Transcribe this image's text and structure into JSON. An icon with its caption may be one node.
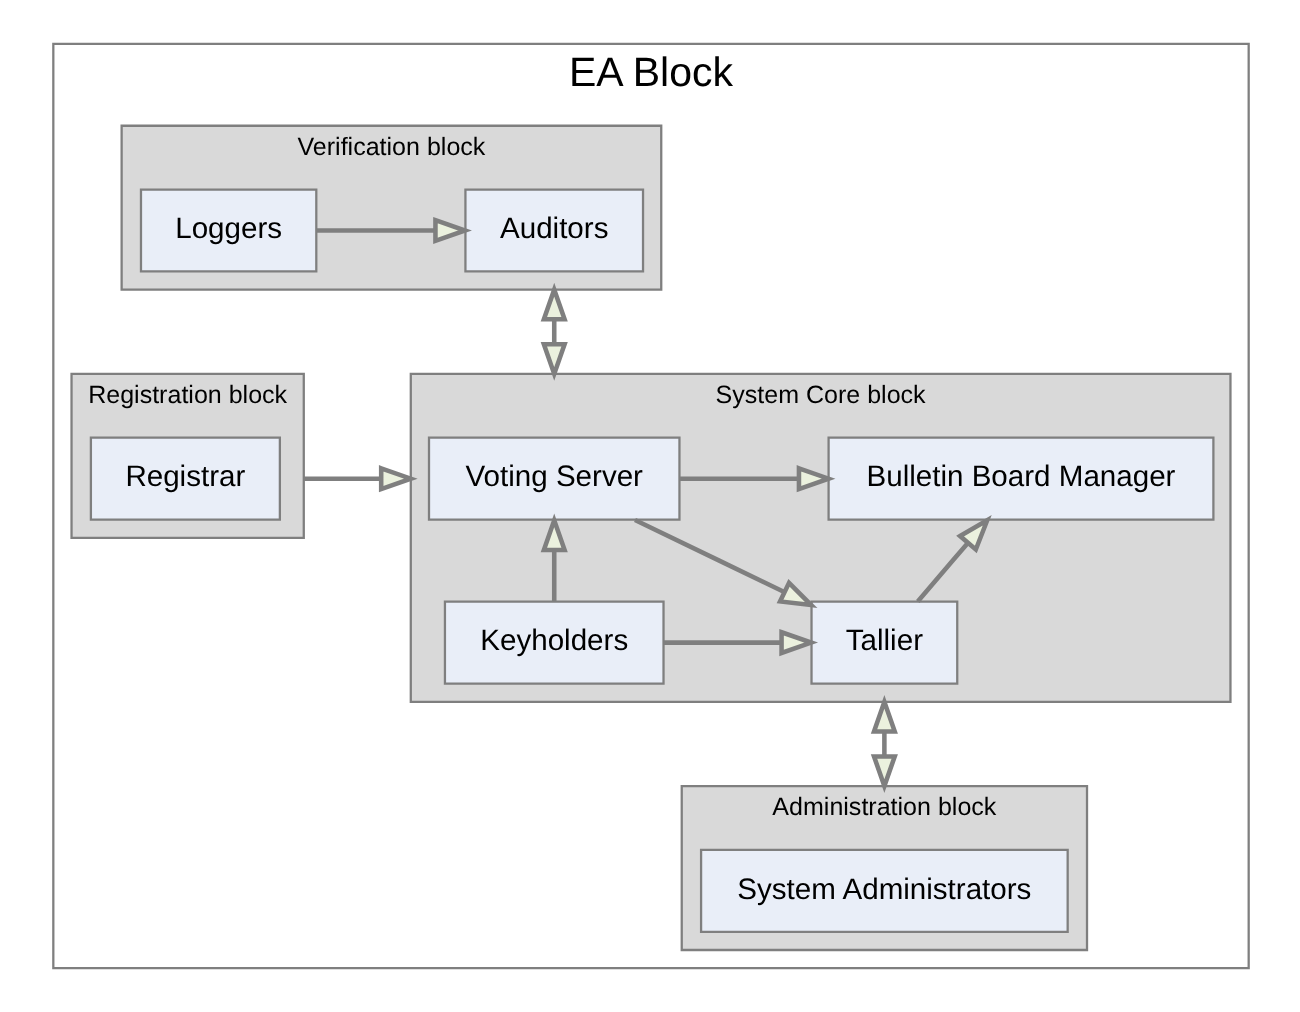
{
  "diagram": {
    "nodes": [
      {
        "text": [
          "EA Block"
        ]
      },
      {
        "text": [
          "Verification block"
        ],
        "in": 0
      },
      {
        "text": [
          "Auditors"
        ],
        "in": 1
      },
      {
        "text": [
          "Loggers"
        ],
        "in": 1
      },
      {
        "text": [
          "Registration block"
        ],
        "in": 0
      },
      {
        "text": [
          "Registrar"
        ],
        "in": 4
      },
      {
        "text": [
          "System Core block"
        ],
        "in": 0
      },
      {
        "text": [
          "Voting Server"
        ],
        "in": 6
      },
      {
        "text": [
          "Bulletin Board Manager"
        ],
        "in": 6
      },
      {
        "text": [
          "Keyholders"
        ],
        "in": 6
      },
      {
        "text": [
          "Tallier"
        ],
        "in": 6
      },
      {
        "text": [
          "Administration block"
        ],
        "in": 0
      },
      {
        "text": [
          "System Administrators"
        ],
        "in": 11
      }
    ],
    "edges": [
      {
        "from": 3,
        "to": 2,
        "arrow": "to"
      },
      {
        "from": 1,
        "to": 6,
        "arrow": "both"
      },
      {
        "from": 4,
        "to": 6,
        "arrow": "to"
      },
      {
        "from": 7,
        "to": 8,
        "arrow": "to"
      },
      {
        "from": 7,
        "to": 10,
        "arrow": "to"
      },
      {
        "from": 9,
        "to": 7,
        "arrow": "to"
      },
      {
        "from": 9,
        "to": 10,
        "arrow": "to"
      },
      {
        "from": 10,
        "to": 8,
        "arrow": "to"
      },
      {
        "from": 6,
        "to": 11,
        "arrow": "both"
      }
    ]
  }
}
